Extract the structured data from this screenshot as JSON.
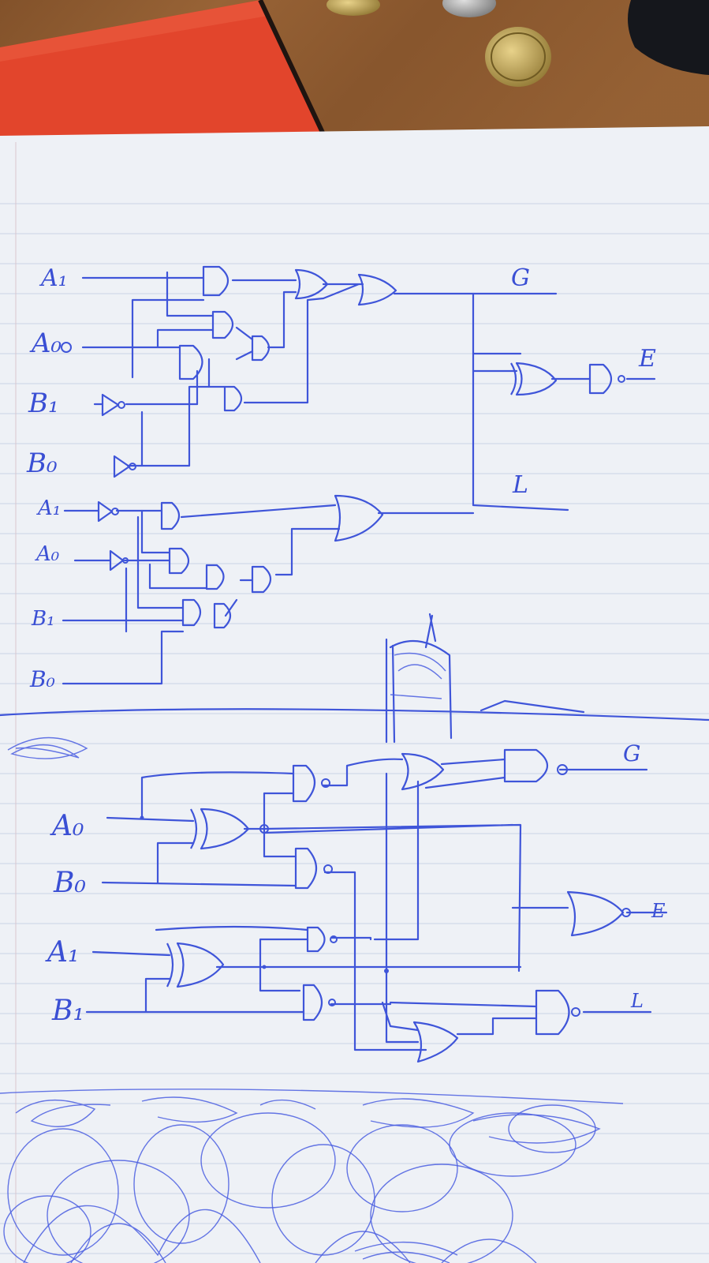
{
  "colors": {
    "desk": "#8a5a33",
    "notebook_cover": "#e2452c",
    "paper": "#eef1f6",
    "ruling": "#c9d2e6",
    "ink": "#3f55d9"
  },
  "circuit_top": {
    "inputs": [
      "A₁",
      "A₀",
      "B₁",
      "B₀"
    ],
    "outputs": {
      "g": "G",
      "e": "E",
      "l": "L"
    }
  },
  "circuit_middle": {
    "inputs": [
      "A₁",
      "A₀",
      "B₁",
      "B₀"
    ]
  },
  "circuit_bottom": {
    "inputs": {
      "a0": "A₀",
      "b0": "B₀",
      "a1": "A₁",
      "b1": "B₁"
    },
    "outputs": {
      "g": "G",
      "e": "E",
      "l": "L"
    }
  }
}
